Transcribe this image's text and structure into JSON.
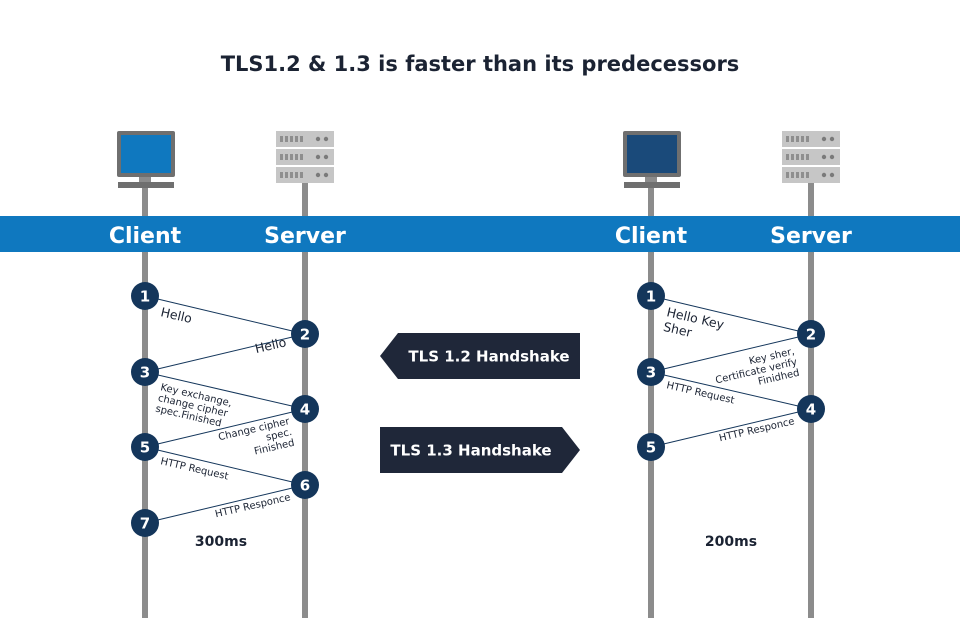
{
  "title": "TLS1.2 & 1.3 is faster than its predecessors",
  "colors": {
    "band": "#0f78bf",
    "node": "#14365b",
    "timeline": "#8c8c8c",
    "arrow_box": "#1f2739",
    "text": "#1b2333",
    "client_screen_left": "#0f78bf",
    "client_screen_right": "#1a4a7a"
  },
  "left": {
    "client_label": "Client",
    "server_label": "Server",
    "timing": "300ms",
    "steps": [
      "1",
      "2",
      "3",
      "4",
      "5",
      "6",
      "7"
    ],
    "messages": {
      "hello_1": "Hello",
      "hello_2": "Hello",
      "key_exchange": [
        "Key exchange,",
        "change cipher",
        "spec.Finished"
      ],
      "change_cipher": [
        "Change cipher",
        "spec.",
        "Finished"
      ],
      "http_request": "HTTP Request",
      "http_response": "HTTP Responce"
    }
  },
  "right": {
    "client_label": "Client",
    "server_label": "Server",
    "timing": "200ms",
    "steps": [
      "1",
      "2",
      "3",
      "4",
      "5"
    ],
    "messages": {
      "hello_key": [
        "Hello Key",
        "Sher"
      ],
      "key_sher": [
        "Key sher,",
        "Certificate verify",
        "Finidhed"
      ],
      "http_request": "HTTP Request",
      "http_response": "HTTP Responce"
    }
  },
  "arrows": {
    "tls12": "TLS 1.2 Handshake",
    "tls13": "TLS 1.3 Handshake"
  }
}
